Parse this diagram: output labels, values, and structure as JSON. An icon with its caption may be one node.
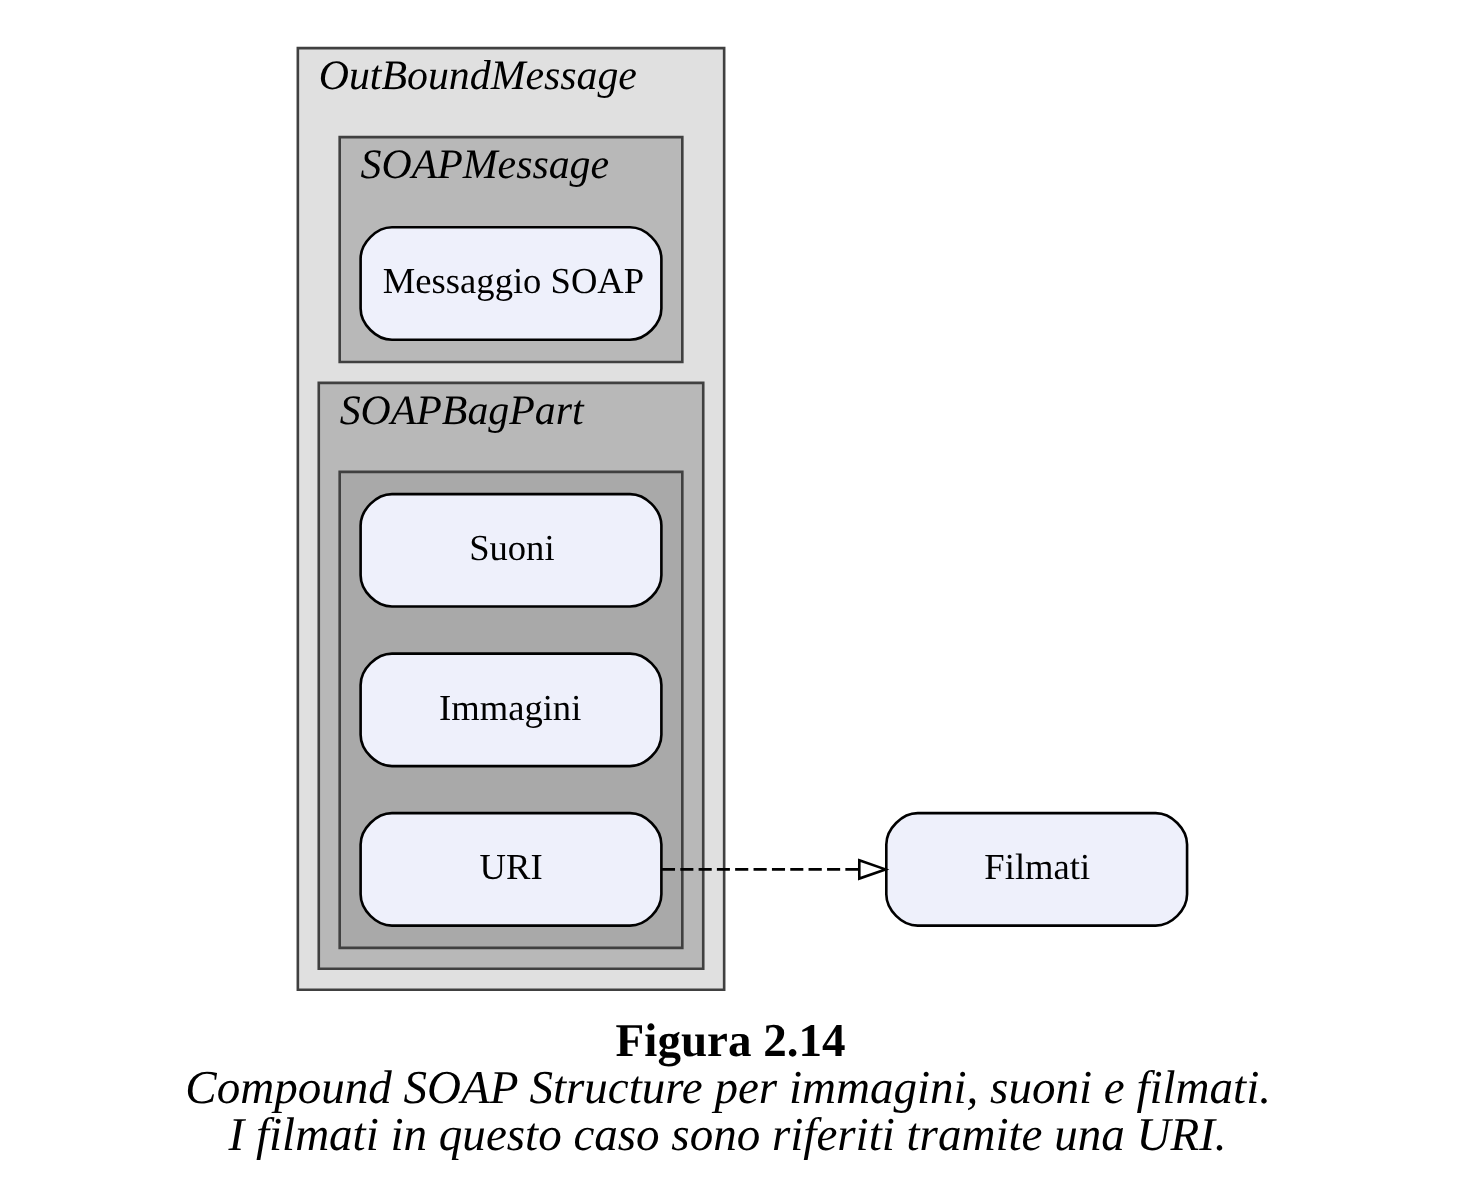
{
  "diagram": {
    "title": "Figura 2.14",
    "caption": "Compound SOAP Structure per immagini, suoni e filmati. I filmati in questo caso sono riferiti tramite una URI.",
    "nodes": [
      {
        "text": [
          "OutBoundMessage"
        ]
      },
      {
        "text": [
          "SOAPMessage"
        ],
        "in": 0
      },
      {
        "text": [
          "Messaggio SOAP"
        ],
        "in": 1
      },
      {
        "text": [
          "SOAPBagPart"
        ],
        "in": 0
      },
      {
        "text": [],
        "shape": "box",
        "in": 3
      },
      {
        "text": [
          "Suoni"
        ],
        "in": 4
      },
      {
        "text": [
          "Immagini"
        ],
        "in": 4
      },
      {
        "text": [
          "URI"
        ],
        "in": 4
      },
      {
        "text": [
          "Filmati"
        ]
      }
    ],
    "edges": [
      {
        "from": 7,
        "to": 8,
        "arrow": "to",
        "style": "dashed"
      }
    ]
  }
}
